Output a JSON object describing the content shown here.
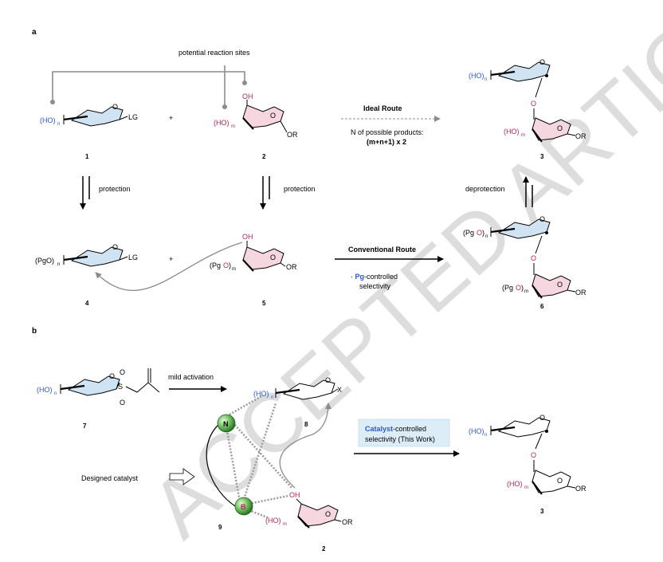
{
  "colors": {
    "blue_text": "#2e56d6",
    "magenta_text": "#b5265e",
    "blue_ring_fill": "#cfe3f2",
    "pink_ring_fill": "#f6d7df",
    "gray_line": "#8c8c8c",
    "catalyst_box_fill": "#dcedf8",
    "node_green": "#2f8f2f",
    "watermark": "#dcdcdc"
  },
  "panels": {
    "a": "a",
    "b": "b"
  },
  "labels": {
    "potential": "potential reaction sites",
    "ho_n": "(HO)",
    "ho_m": "(HO)",
    "pgo": "(PgO)",
    "pgo_open": "(Pg",
    "o_red": "O",
    "close_paren": ")",
    "sub_n": "n",
    "sub_m": "m",
    "oh": "OH",
    "o": "O",
    "lg": "LG",
    "x": "X",
    "or": "OR",
    "plus": "+",
    "s": "S",
    "protection": "protection",
    "deprotection": "deprotection",
    "mild_activation": "mild activation",
    "designed_catalyst": "Designed catalyst",
    "n_atom": "N",
    "b_atom": "B"
  },
  "routes": {
    "ideal_title": "Ideal Route",
    "ideal_line1": "N of possible products:",
    "ideal_line2": "(m+n+1) x 2",
    "conventional_title": "Conventional Route",
    "conv_bullet": "· ",
    "conv_pg": "Pg",
    "conv_rest": "-controlled",
    "conv_line2": "selectivity",
    "catalyst_word": "Catalyst",
    "catalyst_rest": "-controlled",
    "catalyst_line2": "selectivity (This Work)"
  },
  "compound_numbers": {
    "c1": "1",
    "c2": "2",
    "c3": "3",
    "c4": "4",
    "c5": "5",
    "c6": "6",
    "c7": "7",
    "c8": "8",
    "c9": "9",
    "c2b": "2",
    "c3b": "3"
  },
  "watermark": "ACCEPTED ARTICLE PREVIEW"
}
